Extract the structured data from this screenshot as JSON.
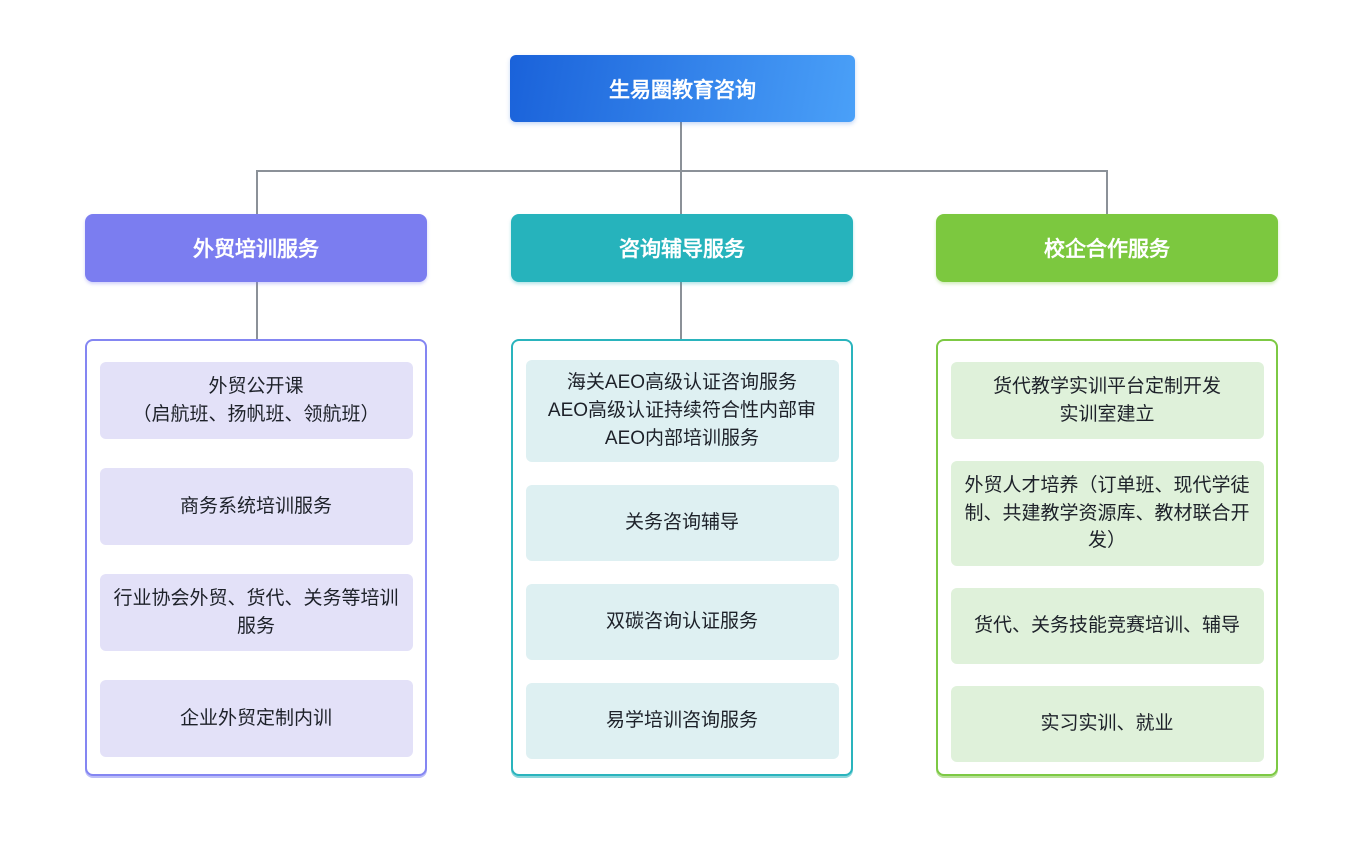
{
  "root": {
    "label": "生易圈教育咨询",
    "gradient_from": "#1a62da",
    "gradient_to": "#4aa0f8"
  },
  "connector_color": "#8b9198",
  "branches": [
    {
      "label": "外贸培训服务",
      "header_color": "#7b7df0",
      "border_color": "#8486f2",
      "item_bg": "#e3e1f8",
      "items": [
        "外贸公开课\n（启航班、扬帆班、领航班）",
        "商务系统培训服务",
        "行业协会外贸、货代、关务等培训服务",
        "企业外贸定制内训"
      ]
    },
    {
      "label": "咨询辅导服务",
      "header_color": "#26b3bc",
      "border_color": "#2ab4bd",
      "item_bg": "#def0f2",
      "items": [
        "海关AEO高级认证咨询服务\nAEO高级认证持续符合性内部审\nAEO内部培训服务",
        "关务咨询辅导",
        "双碳咨询认证服务",
        "易学培训咨询服务"
      ]
    },
    {
      "label": "校企合作服务",
      "header_color": "#7cc83f",
      "border_color": "#7dc944",
      "item_bg": "#dff1da",
      "items": [
        "货代教学实训平台定制开发\n实训室建立",
        "外贸人才培养（订单班、现代学徒制、共建教学资源库、教材联合开发）",
        "货代、关务技能竞赛培训、辅导",
        "实习实训、就业"
      ]
    }
  ]
}
